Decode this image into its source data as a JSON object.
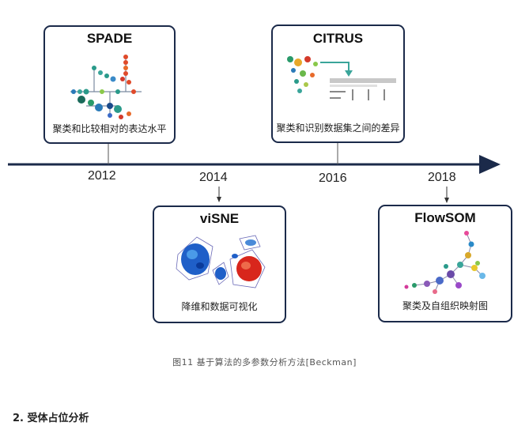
{
  "cards": {
    "spade": {
      "title": "SPADE",
      "caption": "聚类和比较相对的表达水平"
    },
    "citrus": {
      "title": "CITRUS",
      "caption": "聚类和识别数据集之间的差异"
    },
    "visne": {
      "title": "viSNE",
      "caption": "降维和数据可视化"
    },
    "flowsom": {
      "title": "FlowSOM",
      "caption": "聚类及自组织映射图"
    }
  },
  "timeline": {
    "years": [
      "2012",
      "2014",
      "2016",
      "2018"
    ]
  },
  "figure_caption": "图11 基于算法的多参数分析方法[Beckman]",
  "section_heading": "2. 受体占位分析",
  "colors": {
    "card_border": "#1b2a4a",
    "timeline": "#1b2a4a",
    "visne_blue": "#1f5fc8",
    "visne_red": "#d8261c"
  }
}
